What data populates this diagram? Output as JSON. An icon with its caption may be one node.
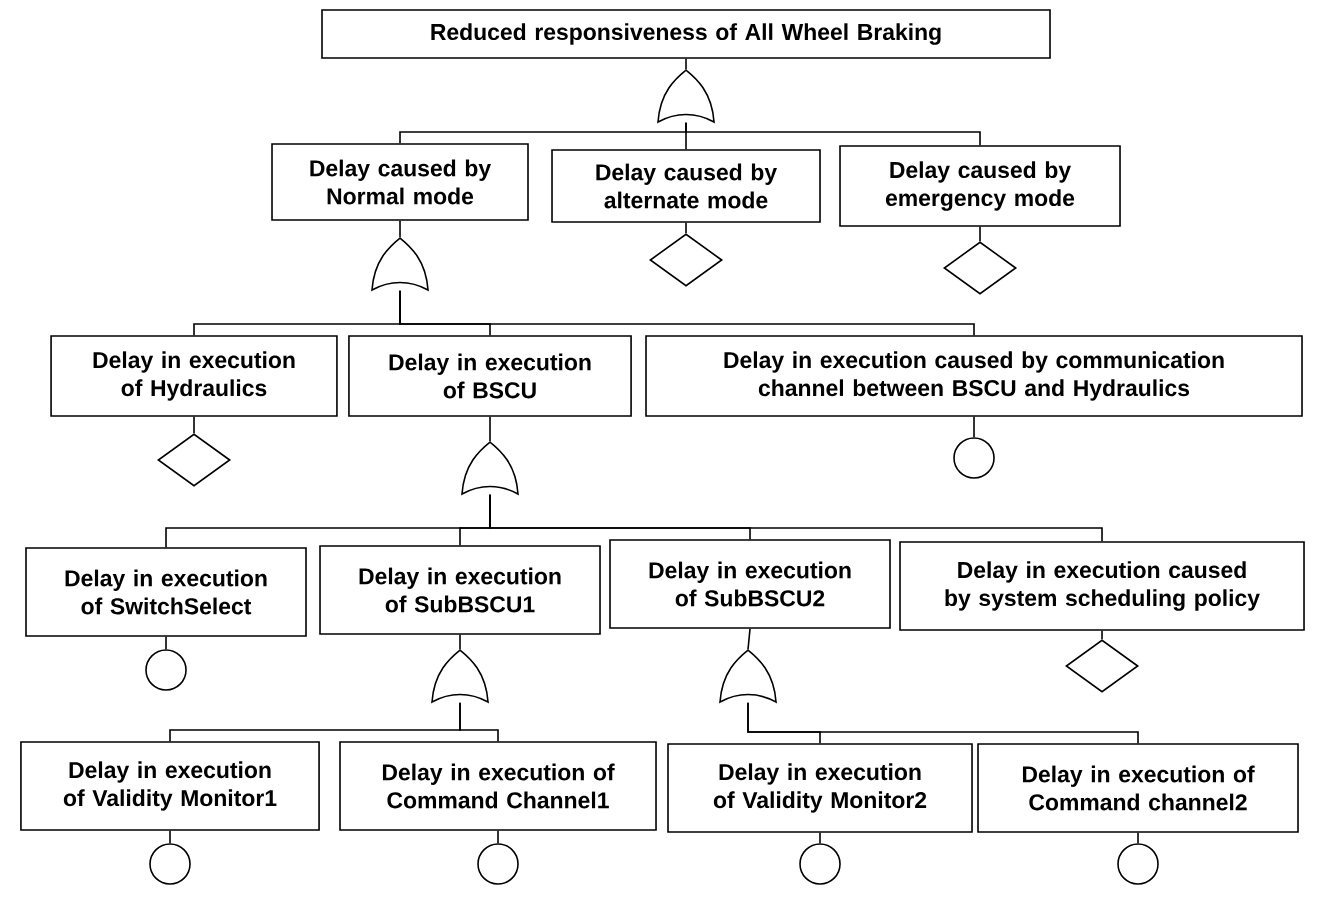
{
  "diagram": {
    "nodes": [
      {
        "text": [
          "Reduced responsiveness of All Wheel Braking"
        ]
      },
      {
        "text": [],
        "shape": "gate"
      },
      {
        "text": [
          "Delay caused by Normal mode"
        ]
      },
      {
        "text": [
          "Delay caused by alternate mode"
        ]
      },
      {
        "text": [
          "Delay caused by emergency mode"
        ]
      },
      {
        "text": [],
        "shape": "gate"
      },
      {
        "text": [],
        "shape": "diamond"
      },
      {
        "text": [],
        "shape": "diamond"
      },
      {
        "text": [
          "Delay in execution of Hydraulics"
        ]
      },
      {
        "text": [
          "Delay in execution of BSCU"
        ]
      },
      {
        "text": [
          "Delay in execution caused by communication channel between BSCU and Hydraulics"
        ]
      },
      {
        "text": [],
        "shape": "diamond"
      },
      {
        "text": [],
        "shape": "gate"
      },
      {
        "text": [],
        "shape": "circle"
      },
      {
        "text": [
          "Delay in execution of SwitchSelect"
        ]
      },
      {
        "text": [
          "Delay in execution of SubBSCU1"
        ]
      },
      {
        "text": [
          "Delay in execution of SubBSCU2"
        ]
      },
      {
        "text": [
          "Delay in execution caused by system scheduling policy"
        ]
      },
      {
        "text": [],
        "shape": "circle"
      },
      {
        "text": [],
        "shape": "gate"
      },
      {
        "text": [],
        "shape": "gate"
      },
      {
        "text": [],
        "shape": "diamond"
      },
      {
        "text": [
          "Delay in execution of Validity Monitor1"
        ]
      },
      {
        "text": [
          "Delay in execution of Command Channel1"
        ]
      },
      {
        "text": [
          "Delay in execution of Validity Monitor2"
        ]
      },
      {
        "text": [
          "Delay in execution of Command channel2"
        ]
      },
      {
        "text": [],
        "shape": "circle"
      },
      {
        "text": [],
        "shape": "circle"
      },
      {
        "text": [],
        "shape": "circle"
      },
      {
        "text": [],
        "shape": "circle"
      }
    ],
    "edges": [
      {
        "from": 0,
        "to": 1,
        "arrow": "none"
      },
      {
        "from": 1,
        "to": 2,
        "arrow": "none"
      },
      {
        "from": 1,
        "to": 3,
        "arrow": "none"
      },
      {
        "from": 1,
        "to": 4,
        "arrow": "none"
      },
      {
        "from": 2,
        "to": 5,
        "arrow": "none"
      },
      {
        "from": 3,
        "to": 6,
        "arrow": "none"
      },
      {
        "from": 4,
        "to": 7,
        "arrow": "none"
      },
      {
        "from": 5,
        "to": 8,
        "arrow": "none"
      },
      {
        "from": 5,
        "to": 9,
        "arrow": "none"
      },
      {
        "from": 5,
        "to": 10,
        "arrow": "none"
      },
      {
        "from": 8,
        "to": 11,
        "arrow": "none"
      },
      {
        "from": 9,
        "to": 12,
        "arrow": "none"
      },
      {
        "from": 10,
        "to": 13,
        "arrow": "none"
      },
      {
        "from": 12,
        "to": 14,
        "arrow": "none"
      },
      {
        "from": 12,
        "to": 15,
        "arrow": "none"
      },
      {
        "from": 12,
        "to": 16,
        "arrow": "none"
      },
      {
        "from": 12,
        "to": 17,
        "arrow": "none"
      },
      {
        "from": 14,
        "to": 18,
        "arrow": "none"
      },
      {
        "from": 15,
        "to": 19,
        "arrow": "none"
      },
      {
        "from": 16,
        "to": 20,
        "arrow": "none"
      },
      {
        "from": 17,
        "to": 21,
        "arrow": "none"
      },
      {
        "from": 19,
        "to": 22,
        "arrow": "none"
      },
      {
        "from": 19,
        "to": 23,
        "arrow": "none"
      },
      {
        "from": 20,
        "to": 24,
        "arrow": "none"
      },
      {
        "from": 20,
        "to": 25,
        "arrow": "none"
      },
      {
        "from": 22,
        "to": 26,
        "arrow": "none"
      },
      {
        "from": 23,
        "to": 27,
        "arrow": "none"
      },
      {
        "from": 24,
        "to": 28,
        "arrow": "none"
      },
      {
        "from": 25,
        "to": 29,
        "arrow": "none"
      }
    ]
  }
}
